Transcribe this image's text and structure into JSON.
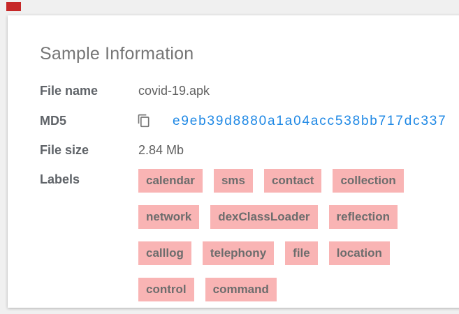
{
  "title": "Sample Information",
  "rows": {
    "file_name": {
      "label": "File name",
      "value": "covid-19.apk"
    },
    "md5": {
      "label": "MD5",
      "value": "e9eb39d8880a1a04acc538bb717dc337"
    },
    "file_size": {
      "label": "File size",
      "value": "2.84 Mb"
    },
    "labels": {
      "label": "Labels"
    }
  },
  "tag_rows": [
    [
      "calendar",
      "sms",
      "contact",
      "collection"
    ],
    [
      "network",
      "dexClassLoader",
      "reflection"
    ],
    [
      "calllog",
      "telephony",
      "file",
      "location"
    ],
    [
      "control",
      "command"
    ]
  ],
  "icons": {
    "copy": "copy-icon"
  },
  "colors": {
    "page_background": "#f0f0f0",
    "card_background": "#ffffff",
    "title_text": "#757575",
    "label_text": "#5f6368",
    "value_text": "#616161",
    "hash_link": "#1e88e5",
    "tag_background": "#f9b4b4",
    "tag_text": "#6d6d6d",
    "red_marker": "#c62828"
  }
}
